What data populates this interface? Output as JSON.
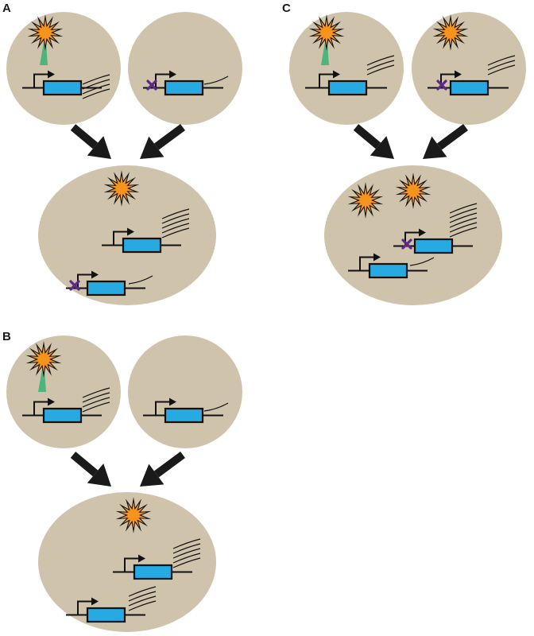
{
  "panels": [
    {
      "label": "A"
    },
    {
      "label": "B"
    },
    {
      "label": "C"
    }
  ],
  "colors": {
    "cell": "#cfc3ab",
    "gene": "#27a9e1",
    "enhancer_star_outer": "#111111",
    "enhancer_star_inner": "#f7941d",
    "contact_beam": "#4db57b",
    "mutation": "#5b2a86",
    "arrow": "#1a1a1a"
  },
  "icons": [
    "enhancer-star-icon",
    "gene-box-icon",
    "promoter-arrow-icon",
    "mutation-x-icon",
    "merge-arrow-icon"
  ]
}
